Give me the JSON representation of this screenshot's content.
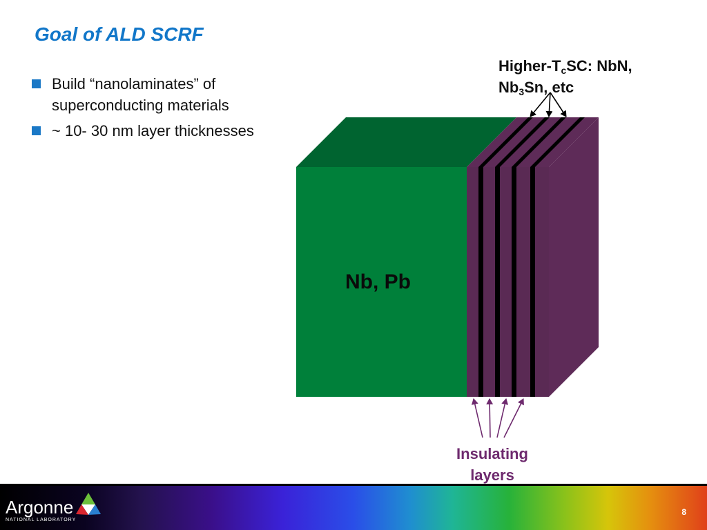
{
  "slide": {
    "title": "Goal of ALD SCRF",
    "bullets": [
      "Build “nanolaminates” of superconducting materials",
      "~ 10- 30 nm layer thicknesses"
    ]
  },
  "diagram": {
    "block_label": "Nb, Pb",
    "top_callout": {
      "part1": "Higher-T",
      "sub1": "c",
      "part2": "SC: NbN,",
      "part3": "Nb",
      "sub2": "3",
      "part4": "Sn, etc"
    },
    "bottom_callout": {
      "line1": "Insulating",
      "line2": "layers"
    },
    "colors": {
      "substrate_front": "#00803a",
      "substrate_top": "#006430",
      "laminate_front": "#5a2a54",
      "laminate_side": "#5e2b58",
      "insulator": "#000000",
      "arrow_bottom": "#6e2a6e"
    }
  },
  "footer": {
    "logo_word": "Argonne",
    "logo_sub": "NATIONAL LABORATORY",
    "page_number": "8"
  }
}
